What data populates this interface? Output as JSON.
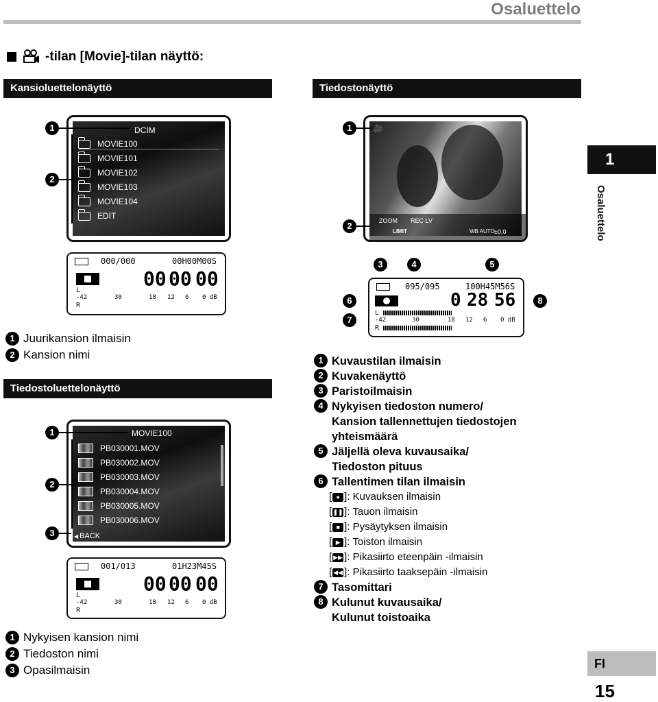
{
  "header": {
    "title": "Osaluettelo"
  },
  "section": {
    "title": "-tilan [Movie]-tilan näyttö:"
  },
  "bars": {
    "folder_list": "Kansioluettelonäyttö",
    "file_view": "Tiedostonäyttö",
    "file_list": "Tiedostoluettelonäyttö"
  },
  "folder_screen": {
    "root": "DCIM",
    "folders": [
      "MOVIE100",
      "MOVIE101",
      "MOVIE102",
      "MOVIE103",
      "MOVIE104",
      "EDIT"
    ]
  },
  "folder_lcd": {
    "counter": "000/000",
    "time": "00H00M00S",
    "big_h": "00",
    "big_m": "00",
    "big_s": "00",
    "scale": [
      "-42",
      "30",
      "18",
      "12",
      "6",
      "0 dB"
    ]
  },
  "folder_legend": [
    {
      "n": "1",
      "text": "Juurikansion ilmaisin"
    },
    {
      "n": "2",
      "text": "Kansion nimi"
    }
  ],
  "file_list_screen": {
    "folder": "MOVIE100",
    "files": [
      "PB030001.MOV",
      "PB030002.MOV",
      "PB030003.MOV",
      "PB030004.MOV",
      "PB030005.MOV",
      "PB030006.MOV"
    ],
    "back": "BACK"
  },
  "file_list_lcd": {
    "counter": "001/013",
    "time": "01H23M45S",
    "big_h": "00",
    "big_m": "00",
    "big_s": "00",
    "scale": [
      "-42",
      "30",
      "18",
      "12",
      "6",
      "0 dB"
    ]
  },
  "file_list_legend": [
    {
      "n": "1",
      "text": "Nykyisen kansion nimi"
    },
    {
      "n": "2",
      "text": "Tiedoston nimi"
    },
    {
      "n": "3",
      "text": "Opasilmaisin"
    }
  ],
  "file_view_screen": {
    "zoom": "ZOOM",
    "rec_lv": "REC LV",
    "limit": "LIMIT",
    "wb": "WB AUTO",
    "ev": "±0.0"
  },
  "file_view_lcd": {
    "counter": "095/095",
    "time": "100H45M56S",
    "big_h": "0",
    "big_m": "28",
    "big_s": "56",
    "scale": [
      "-42",
      "30",
      "18",
      "12",
      "6",
      "0 dB"
    ]
  },
  "file_view_legend": [
    {
      "n": "1",
      "text": "Kuvaustilan ilmaisin"
    },
    {
      "n": "2",
      "text": "Kuvakenäyttö"
    },
    {
      "n": "3",
      "text": "Paristoilmaisin"
    },
    {
      "n": "4",
      "text": "Nykyisen tiedoston numero/"
    },
    {
      "n": "",
      "text": "Kansion tallennettujen tiedostojen"
    },
    {
      "n": "",
      "text": "yhteismäärä"
    },
    {
      "n": "5",
      "text": "Jäljellä oleva kuvausaika/"
    },
    {
      "n": "",
      "text": "Tiedoston pituus"
    },
    {
      "n": "6",
      "text": "Tallentimen tilan ilmaisin"
    }
  ],
  "status_items": [
    {
      "sym": "●",
      "text": "]: Kuvauksen ilmaisin"
    },
    {
      "sym": "❚❚",
      "text": "]: Tauon ilmaisin"
    },
    {
      "sym": "■",
      "text": "]: Pysäytyksen ilmaisin"
    },
    {
      "sym": "▶",
      "text": "]: Toiston ilmaisin"
    },
    {
      "sym": "▶▶",
      "text": "]: Pikasiirto eteenpäin -ilmaisin"
    },
    {
      "sym": "◀◀",
      "text": "]: Pikasiirto taaksepäin -ilmaisin"
    }
  ],
  "file_view_legend_2": [
    {
      "n": "7",
      "text": "Tasomittari"
    },
    {
      "n": "8",
      "text": "Kulunut kuvausaika/"
    },
    {
      "n": "",
      "text": "Kulunut toistoaika"
    }
  ],
  "side": {
    "chapter": "1",
    "label": "Osaluettelo",
    "lang": "FI",
    "page": "15"
  }
}
